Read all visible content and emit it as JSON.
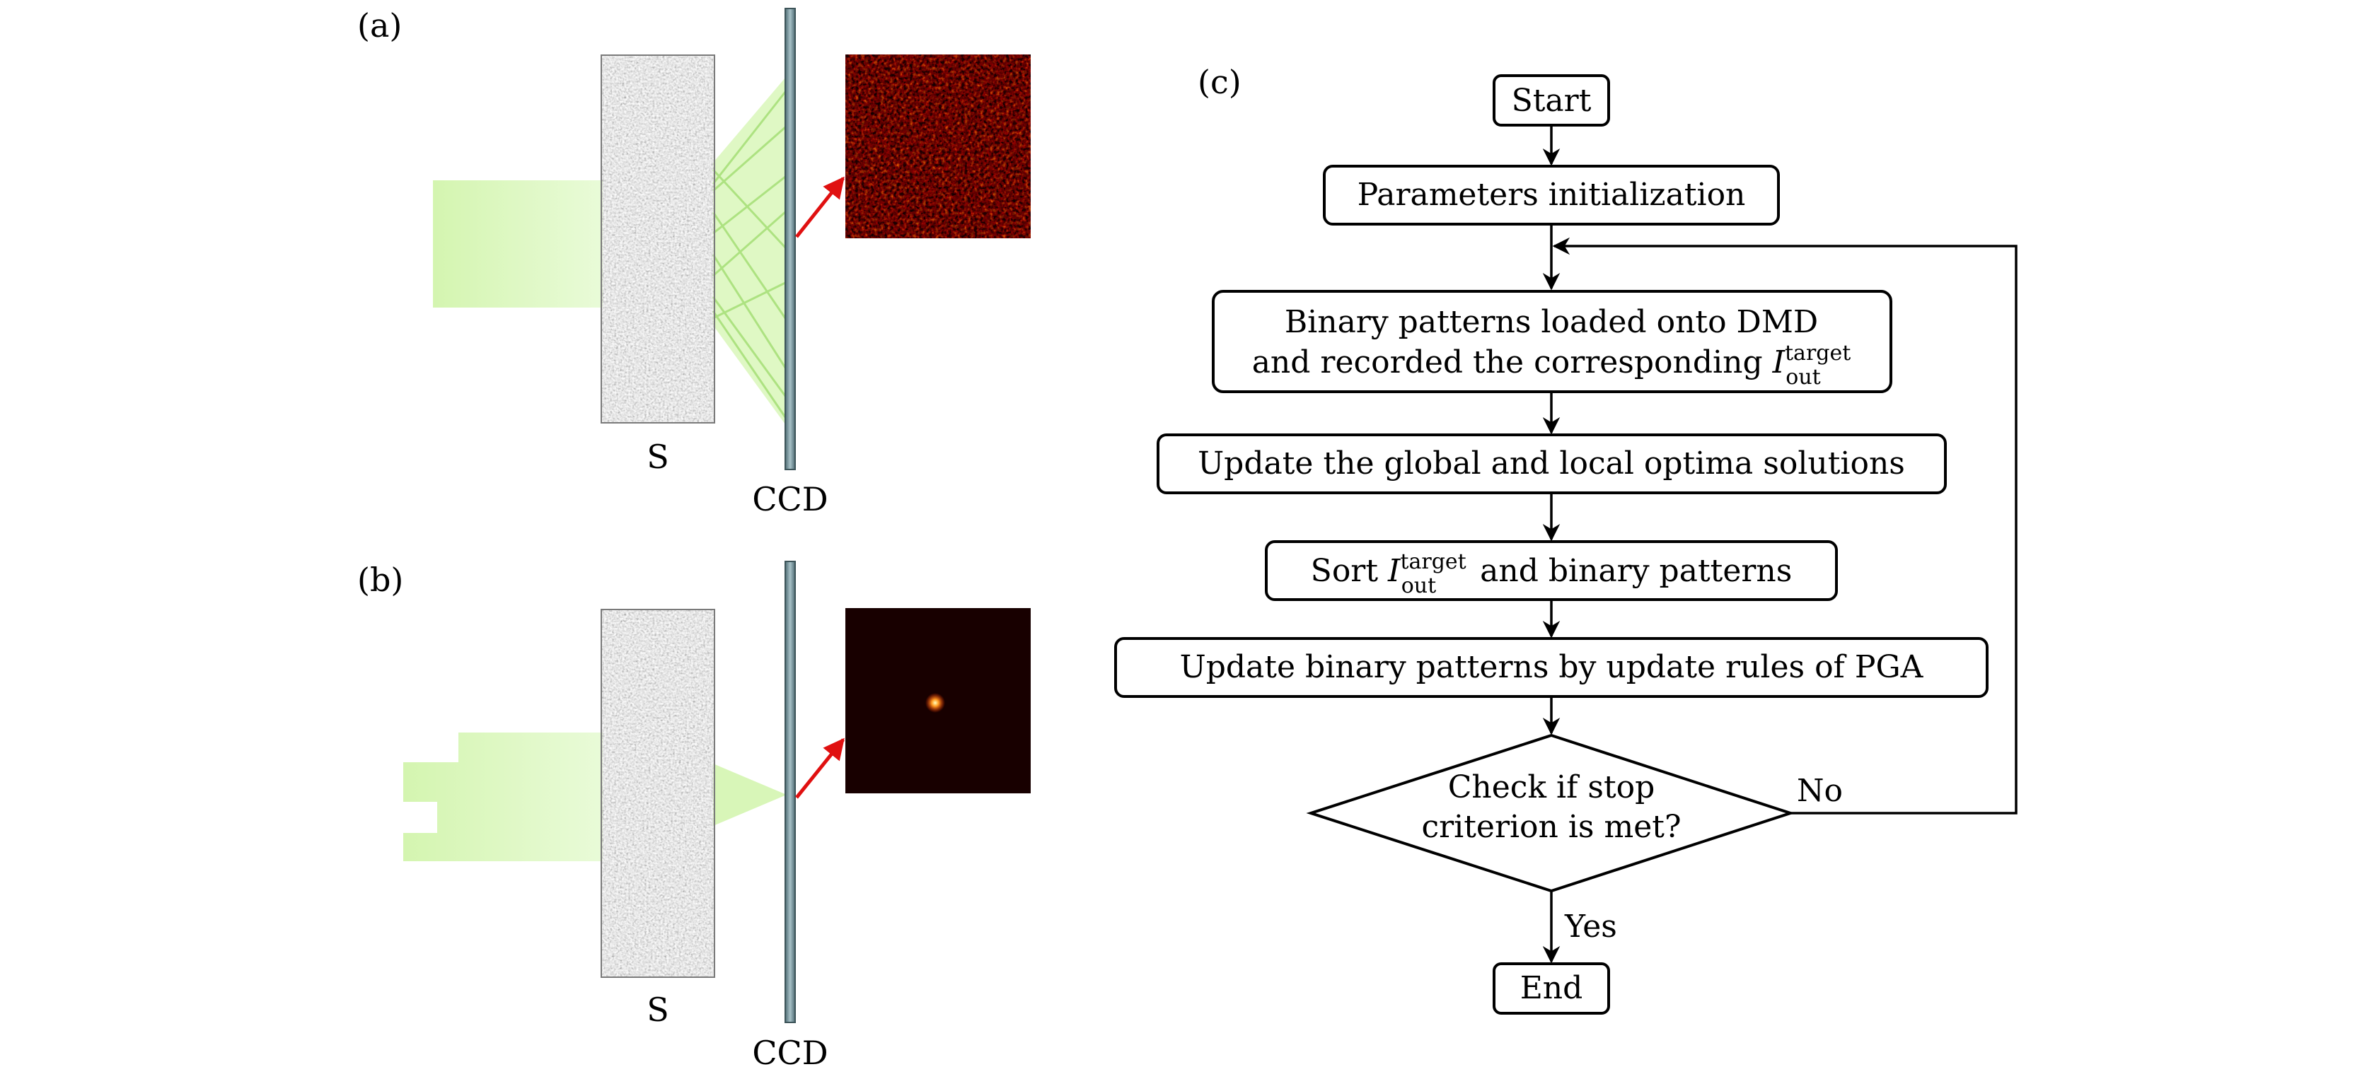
{
  "panels": {
    "a": {
      "label": "(a)",
      "scatter_label": "S",
      "detector_label": "CCD"
    },
    "b": {
      "label": "(b)",
      "scatter_label": "S",
      "detector_label": "CCD"
    },
    "c": {
      "label": "(c)"
    }
  },
  "flowchart": {
    "start": "Start",
    "init": "Parameters initialization",
    "load_line1": "Binary patterns loaded onto DMD",
    "load_line2_text": "and recorded the corresponding ",
    "var_main": "I",
    "var_sup": "target",
    "var_sub": "out",
    "update_optima": "Update the global and local optima solutions",
    "sort_prefix": "Sort ",
    "sort_suffix": " and binary patterns",
    "update_pga": "Update binary patterns by update rules of PGA",
    "decision_line1": "Check if stop",
    "decision_line2": "criterion is met?",
    "no": "No",
    "yes": "Yes",
    "end": "End"
  },
  "colors": {
    "beam": "#c8f2a0",
    "arrow": "#e01010",
    "speckle_bg": "#3a0000",
    "ccd": "#6f8e96"
  }
}
